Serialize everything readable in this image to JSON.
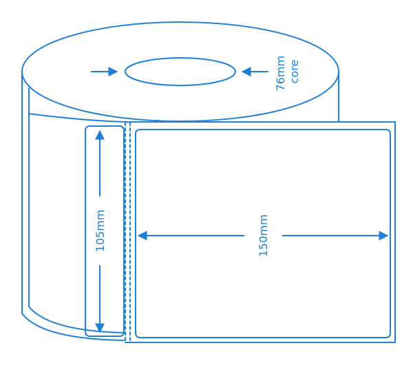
{
  "colors": {
    "line": "#1f80d6",
    "background": "#ffffff"
  },
  "labels": {
    "core": [
      "76mm",
      "core"
    ],
    "height": "105mm",
    "width": "150mm"
  }
}
